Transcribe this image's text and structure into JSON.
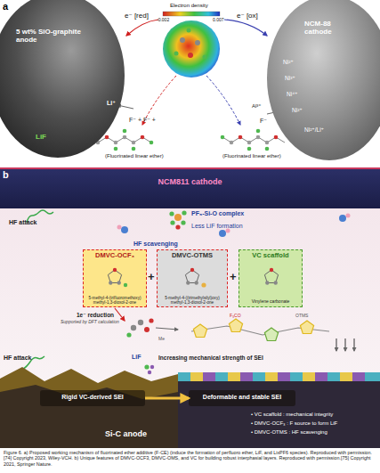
{
  "diagram": {
    "caption": "Figure 6. a) Proposed working mechanism of fluorinated ether additive (F-CE) (induce the formation of perfluoro ether, LiF, and LixPF6 species). Reproduced with permission.[74] Copyright 2023, Wiley-VCH. b) Unique features of DMVC-OCF3, DMVC-OMS, and VC for building robust interphasial layers. Reproduced with permission.[75] Copyright 2021, Springer Nature.",
    "nodes": [
      {
        "text": [
          "5 wt% SiO-graphite anode"
        ]
      },
      {
        "text": [
          "NCM-88 cathode"
        ]
      },
      {
        "text": [
          "NCM811 cathode"
        ]
      },
      {
        "text": [
          "DMVC-OCF₃",
          "5-methyl-4-(trifluoromethoxy) methyl-1,3-dioxol-2-one"
        ]
      },
      {
        "text": [
          "DMVC-OTMS",
          "5-methyl-4-((trimethylsilyl)oxy) methyl-1,3-dioxol-2-one"
        ]
      },
      {
        "text": [
          "VC scaffold",
          "Vinylene carbonate"
        ]
      },
      {
        "text": [
          "Rigid VC-derived SEI"
        ]
      },
      {
        "text": [
          "Deformable and stable SEI"
        ]
      }
    ],
    "edges": [
      {
        "from": 6,
        "to": 7,
        "arrow": "to"
      }
    ],
    "labels": [
      "a",
      "e⁻ [red]",
      "e⁻ [ox]",
      "Electron density",
      "-0.002",
      "0.007",
      "Li⁺",
      "LiF",
      "F⁻ + F⁻ +",
      "(Fluorinated linear ether)",
      "F⁻",
      "Al³⁺",
      "(Fluorinated linear ether)",
      "Ni²⁺",
      "Ni³⁺",
      "Ni⁴⁺",
      "Ni²⁺",
      "Ni²⁺/Li⁺",
      "b",
      "PF₅-Si-O complex",
      "Less LiF formation",
      "HF attack",
      "HF scavenging",
      "+",
      "+",
      "1e⁻ reduction",
      "Supported by DFT calculation",
      "F₃CO",
      "OTMS",
      "Me",
      "LiF",
      "Increasing mechanical strength of SEI",
      "HF attack",
      "• VC scaffold : mechanical integrity",
      "• DMVC-OCF₃ : F source to form LiF",
      "• DMVC-OTMS : HF scavenging",
      "Si-C anode"
    ]
  }
}
